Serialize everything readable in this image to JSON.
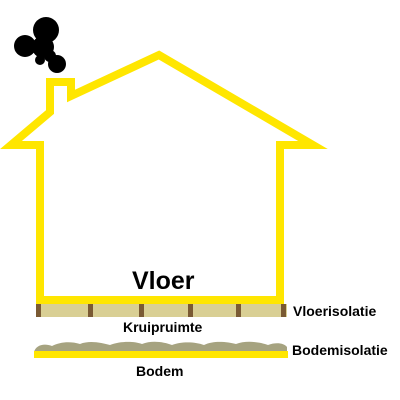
{
  "labels": {
    "floor": "Vloer",
    "crawlspace": "Kruipruimte",
    "ground": "Bodem",
    "floor_insulation": "Vloerisolatie",
    "ground_insulation": "Bodemisolatie"
  },
  "icons": {
    "smoke": "smoke-icon",
    "house": "house-outline-icon"
  },
  "colors": {
    "house_outline": "#ffe600",
    "smoke": "#000000",
    "floor_insulation_fill": "#d9cf94",
    "joists": "#7a5a33",
    "ground_insulation_fill": "#a6a380",
    "ground_line": "#ffe600",
    "text": "#000000"
  }
}
